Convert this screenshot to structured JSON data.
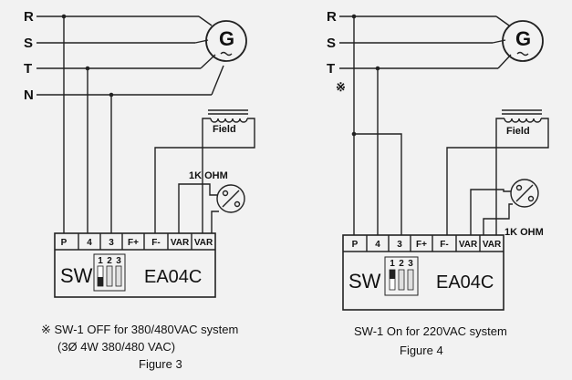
{
  "line_labels": {
    "R": "R",
    "S": "S",
    "T": "T",
    "N": "N"
  },
  "generator_label": "G",
  "field_label": "Field",
  "resistor_label": "1K OHM",
  "terminals": [
    "P",
    "4",
    "3",
    "F+",
    "F-",
    "VAR",
    "VAR"
  ],
  "switch_label": "SW",
  "dip_numbers": [
    "1",
    "2",
    "3"
  ],
  "model": "EA04C",
  "marker_symbol": "※",
  "figure3": {
    "note_line1": "※ SW-1 OFF for 380/480VAC system",
    "note_line2": "(3Ø 4W 380/480 VAC)",
    "caption": "Figure 3"
  },
  "figure4": {
    "note_line1": "SW-1 On for 220VAC system",
    "caption": "Figure 4"
  }
}
